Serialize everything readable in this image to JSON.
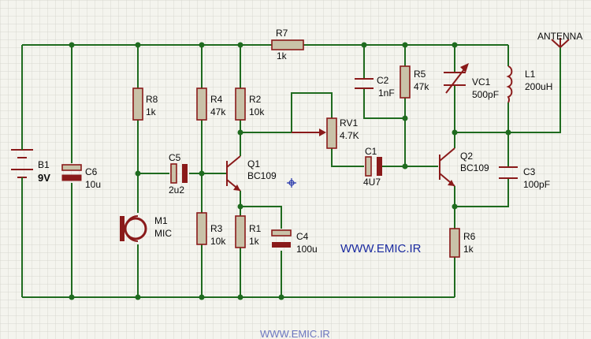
{
  "components": {
    "b1": {
      "ref": "B1",
      "value": "9V"
    },
    "c6": {
      "ref": "C6",
      "value": "10u"
    },
    "r8": {
      "ref": "R8",
      "value": "1k"
    },
    "m1": {
      "ref": "M1",
      "value": "MIC"
    },
    "r4": {
      "ref": "R4",
      "value": "47k"
    },
    "r3": {
      "ref": "R3",
      "value": "10k"
    },
    "c5": {
      "ref": "C5",
      "value": "2u2"
    },
    "r2": {
      "ref": "R2",
      "value": "10k"
    },
    "q1": {
      "ref": "Q1",
      "value": "BC109"
    },
    "r1": {
      "ref": "R1",
      "value": "1k"
    },
    "c4": {
      "ref": "C4",
      "value": "100u"
    },
    "r7": {
      "ref": "R7",
      "value": "1k"
    },
    "rv1": {
      "ref": "RV1",
      "value": "4.7K"
    },
    "c1": {
      "ref": "C1",
      "value": "4U7"
    },
    "c2": {
      "ref": "C2",
      "value": "1nF"
    },
    "r5": {
      "ref": "R5",
      "value": "47k"
    },
    "vc1": {
      "ref": "VC1",
      "value": "500pF"
    },
    "l1": {
      "ref": "L1",
      "value": "200uH"
    },
    "q2": {
      "ref": "Q2",
      "value": "BC109"
    },
    "c3": {
      "ref": "C3",
      "value": "100pF"
    },
    "r6": {
      "ref": "R6",
      "value": "1k"
    }
  },
  "antenna_label": "ANTENNA",
  "watermark": "WWW.EMIC.IR",
  "watermark_bottom": "WWW.EMIC.IR",
  "colors": {
    "wire": "#1f6b1f",
    "component": "#8a1a1a",
    "grid": "#d7d7d0",
    "watermark": "#1a2aa0"
  }
}
